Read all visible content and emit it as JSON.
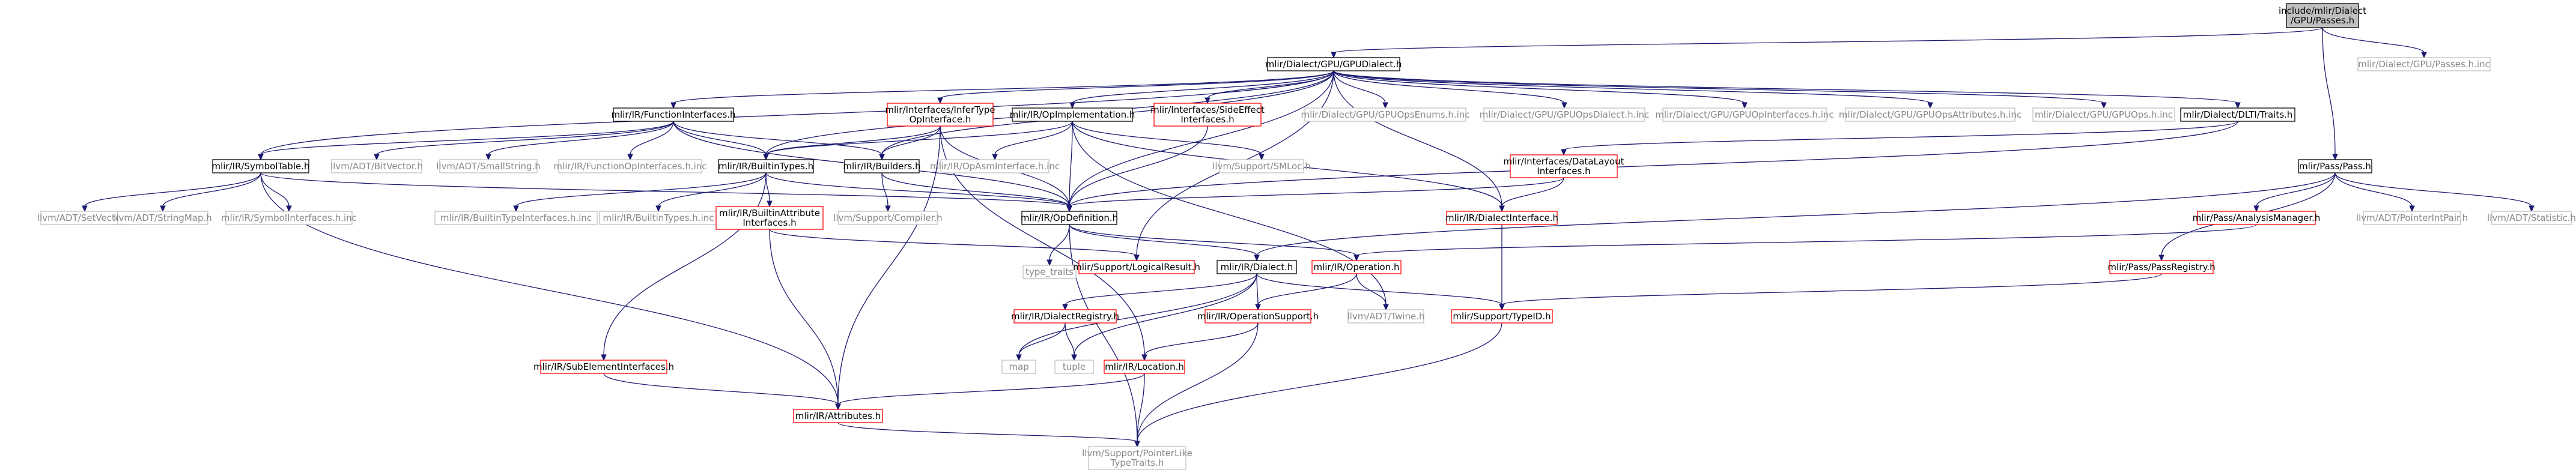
{
  "graph": {
    "colors": {
      "root_fill": "#bfbfbf",
      "root_stroke": "#000000",
      "node_fill": "#ffffff",
      "documented_stroke": "#000000",
      "undocumented_stroke": "#ff0000",
      "external_stroke": "#bfbfbf",
      "external_text": "#888888",
      "edge": "#191970"
    },
    "nodes": [
      {
        "id": "root",
        "style": "root",
        "lines": [
          "include/mlir/Dialect",
          "/GPU/Passes.h"
        ]
      },
      {
        "id": "gpudialect",
        "style": "doc",
        "lines": [
          "mlir/Dialect/GPU/GPUDialect.h"
        ]
      },
      {
        "id": "gpupasses_inc",
        "style": "ext",
        "lines": [
          "mlir/Dialect/GPU/Passes.h.inc"
        ]
      },
      {
        "id": "pass",
        "style": "doc",
        "lines": [
          "mlir/Pass/Pass.h"
        ]
      },
      {
        "id": "funcifaces",
        "style": "doc",
        "lines": [
          "mlir/IR/FunctionInterfaces.h"
        ]
      },
      {
        "id": "infertype",
        "style": "red",
        "lines": [
          "mlir/Interfaces/InferType",
          "OpInterface.h"
        ]
      },
      {
        "id": "opimpl",
        "style": "doc",
        "lines": [
          "mlir/IR/OpImplementation.h"
        ]
      },
      {
        "id": "sideeffect",
        "style": "red",
        "lines": [
          "mlir/Interfaces/SideEffect",
          "Interfaces.h"
        ]
      },
      {
        "id": "gpuenums_inc",
        "style": "ext",
        "lines": [
          "mlir/Dialect/GPU/GPUOpsEnums.h.inc"
        ]
      },
      {
        "id": "gpuopsdialect_inc",
        "style": "ext",
        "lines": [
          "mlir/Dialect/GPU/GPUOpsDialect.h.inc"
        ]
      },
      {
        "id": "gpuopifaces_inc",
        "style": "ext",
        "lines": [
          "mlir/Dialect/GPU/GPUOpInterfaces.h.inc"
        ]
      },
      {
        "id": "gpuopsattrs_inc",
        "style": "ext",
        "lines": [
          "mlir/Dialect/GPU/GPUOpsAttributes.h.inc"
        ]
      },
      {
        "id": "gpuops_inc",
        "style": "ext",
        "lines": [
          "mlir/Dialect/GPU/GPUOps.h.inc"
        ]
      },
      {
        "id": "dlti",
        "style": "doc",
        "lines": [
          "mlir/Dialect/DLTI/Traits.h"
        ]
      },
      {
        "id": "symtable",
        "style": "doc",
        "lines": [
          "mlir/IR/SymbolTable.h"
        ]
      },
      {
        "id": "bitvector",
        "style": "ext",
        "lines": [
          "llvm/ADT/BitVector.h"
        ]
      },
      {
        "id": "smallstring",
        "style": "ext",
        "lines": [
          "llvm/ADT/SmallString.h"
        ]
      },
      {
        "id": "funcopifaces_inc",
        "style": "ext",
        "lines": [
          "mlir/IR/FunctionOpInterfaces.h.inc"
        ]
      },
      {
        "id": "builtintypes",
        "style": "doc",
        "lines": [
          "mlir/IR/BuiltinTypes.h"
        ]
      },
      {
        "id": "builders",
        "style": "doc",
        "lines": [
          "mlir/IR/Builders.h"
        ]
      },
      {
        "id": "opasmiface_inc",
        "style": "ext",
        "lines": [
          "mlir/IR/OpAsmInterface.h.inc"
        ]
      },
      {
        "id": "smloc",
        "style": "ext",
        "lines": [
          "llvm/Support/SMLoc.h"
        ]
      },
      {
        "id": "datalayout",
        "style": "red",
        "lines": [
          "mlir/Interfaces/DataLayout",
          "Interfaces.h"
        ]
      },
      {
        "id": "passpass",
        "style": "doc",
        "lines": [
          "mlir/Pass/Pass.h"
        ]
      },
      {
        "id": "setvector",
        "style": "ext",
        "lines": [
          "llvm/ADT/SetVector.h"
        ]
      },
      {
        "id": "stringmap",
        "style": "ext",
        "lines": [
          "llvm/ADT/StringMap.h"
        ]
      },
      {
        "id": "symifaces_inc",
        "style": "ext",
        "lines": [
          "mlir/IR/SymbolInterfaces.h.inc"
        ]
      },
      {
        "id": "builtintypeifaces_inc",
        "style": "ext",
        "lines": [
          "mlir/IR/BuiltinTypeInterfaces.h.inc"
        ]
      },
      {
        "id": "builtintypes_inc",
        "style": "ext",
        "lines": [
          "mlir/IR/BuiltinTypes.h.inc"
        ]
      },
      {
        "id": "builtinattrifaces",
        "style": "red",
        "lines": [
          "mlir/IR/BuiltinAttribute",
          "Interfaces.h"
        ]
      },
      {
        "id": "compiler",
        "style": "ext",
        "lines": [
          "llvm/Support/Compiler.h"
        ]
      },
      {
        "id": "opdef",
        "style": "doc",
        "lines": [
          "mlir/IR/OpDefinition.h"
        ]
      },
      {
        "id": "dialectiface",
        "style": "red",
        "lines": [
          "mlir/IR/DialectInterface.h"
        ]
      },
      {
        "id": "analysismgr",
        "style": "red",
        "lines": [
          "mlir/Pass/AnalysisManager.h"
        ]
      },
      {
        "id": "pointerintpair",
        "style": "ext",
        "lines": [
          "llvm/ADT/PointerIntPair.h"
        ]
      },
      {
        "id": "statistic",
        "style": "ext",
        "lines": [
          "llvm/ADT/Statistic.h"
        ]
      },
      {
        "id": "type_traits",
        "style": "ext",
        "lines": [
          "type_traits"
        ]
      },
      {
        "id": "logicalresult",
        "style": "red",
        "lines": [
          "mlir/Support/LogicalResult.h"
        ]
      },
      {
        "id": "dialect",
        "style": "doc",
        "lines": [
          "mlir/IR/Dialect.h"
        ]
      },
      {
        "id": "operation",
        "style": "red",
        "lines": [
          "mlir/IR/Operation.h"
        ]
      },
      {
        "id": "passregistry",
        "style": "red",
        "lines": [
          "mlir/Pass/PassRegistry.h"
        ]
      },
      {
        "id": "dialectregistry",
        "style": "red",
        "lines": [
          "mlir/IR/DialectRegistry.h"
        ]
      },
      {
        "id": "opsupport",
        "style": "red",
        "lines": [
          "mlir/IR/OperationSupport.h"
        ]
      },
      {
        "id": "twine",
        "style": "ext",
        "lines": [
          "llvm/ADT/Twine.h"
        ]
      },
      {
        "id": "typeid",
        "style": "red",
        "lines": [
          "mlir/Support/TypeID.h"
        ]
      },
      {
        "id": "subelem",
        "style": "red",
        "lines": [
          "mlir/IR/SubElementInterfaces.h"
        ]
      },
      {
        "id": "map",
        "style": "ext",
        "lines": [
          "map"
        ]
      },
      {
        "id": "tuple",
        "style": "ext",
        "lines": [
          "tuple"
        ]
      },
      {
        "id": "location",
        "style": "red",
        "lines": [
          "mlir/IR/Location.h"
        ]
      },
      {
        "id": "attributes",
        "style": "red",
        "lines": [
          "mlir/IR/Attributes.h"
        ]
      },
      {
        "id": "pointerlike",
        "style": "ext",
        "lines": [
          "llvm/Support/PointerLike",
          "TypeTraits.h"
        ]
      }
    ]
  }
}
